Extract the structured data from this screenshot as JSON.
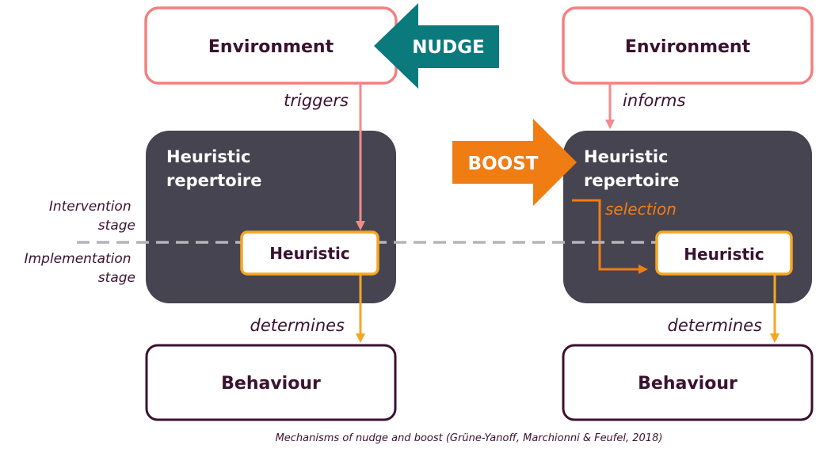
{
  "nudge_side": {
    "environment_label": "Environment",
    "nudge_label": "NUDGE",
    "triggers_label": "triggers",
    "repertoire_line1": "Heuristic",
    "repertoire_line2": "repertoire",
    "heuristic_label": "Heuristic",
    "determines_label": "determines",
    "behaviour_label": "Behaviour"
  },
  "boost_side": {
    "environment_label": "Environment",
    "informs_label": "informs",
    "boost_label": "BOOST",
    "repertoire_line1": "Heuristic",
    "repertoire_line2": "repertoire",
    "selection_label": "selection",
    "heuristic_label": "Heuristic",
    "determines_label": "determines",
    "behaviour_label": "Behaviour"
  },
  "stages": {
    "intervention_line1": "Intervention",
    "intervention_line2": "stage",
    "implementation_line1": "Implementation",
    "implementation_line2": "stage"
  },
  "caption": "Mechanisms of nudge and boost (Grüne-Yanoff, Marchionni & Feufel, 2018)",
  "colors": {
    "environment_border": "#f28080",
    "trigger_arrow": "#f28a8a",
    "repertoire_fill": "#464451",
    "heuristic_border": "#f5a623",
    "determines_arrow": "#f5a623",
    "behaviour_border": "#3a1230",
    "nudge_teal": "#0a7a7d",
    "boost_orange": "#f07d14",
    "dashed_line": "#b4b4bc",
    "dark_text": "#3a1230"
  }
}
